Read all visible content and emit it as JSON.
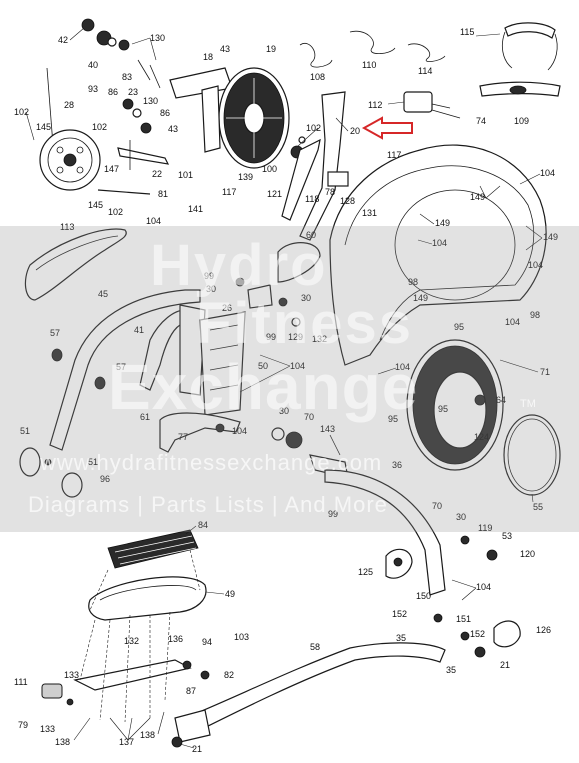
{
  "diagram": {
    "callout_arrow_color": "#d62728",
    "callouts": {
      "n42": "42",
      "n40": "40",
      "n130a": "130",
      "n83": "83",
      "n18": "18",
      "n43a": "43",
      "n19": "19",
      "n108": "108",
      "n110": "110",
      "n114": "114",
      "n115": "115",
      "n93": "93",
      "n86a": "86",
      "n23": "23",
      "n130b": "130",
      "n86b": "86",
      "n28": "28",
      "n102a": "102",
      "n145a": "145",
      "n102b": "102",
      "n43b": "43",
      "n102c": "102",
      "n20": "20",
      "n112": "112",
      "n109": "109",
      "n74": "74",
      "n117a": "117",
      "n147": "147",
      "n22": "22",
      "n101": "101",
      "n100": "100",
      "n139": "139",
      "n81": "81",
      "n145b": "145",
      "n102d": "102",
      "n118": "118",
      "n78": "78",
      "n128": "128",
      "n131": "131",
      "n149a": "149",
      "n104a": "104",
      "n117b": "117",
      "n121": "121",
      "n141": "141",
      "n104b": "104",
      "n149b": "149",
      "n149c": "149",
      "n113": "113",
      "n60": "60",
      "n104c": "104",
      "n104d": "104",
      "n104e": "104",
      "n99a": "99",
      "n30a": "30",
      "n98a": "98",
      "n45": "45",
      "n30b": "30",
      "n26": "26",
      "n149d": "149",
      "n104f": "104",
      "n98b": "98",
      "n57a": "57",
      "n41": "41",
      "n99b": "99",
      "n129": "129",
      "n132a": "132",
      "n95a": "95",
      "n50": "50",
      "n57b": "57",
      "n104g": "104",
      "n104h": "104",
      "n71": "71",
      "n95b": "95",
      "n64": "64",
      "n61": "61",
      "n30c": "30",
      "n70a": "70",
      "n95c": "95",
      "n124": "124",
      "n77": "77",
      "n104i": "104",
      "n143": "143",
      "n51a": "51",
      "n51b": "51",
      "n96": "96",
      "n36": "36",
      "n99c": "99",
      "n55": "55",
      "n84": "84",
      "n70b": "70",
      "n30d": "30",
      "n119": "119",
      "n53": "53",
      "n120": "120",
      "n125": "125",
      "n104j": "104",
      "n49": "49",
      "n150": "150",
      "n152a": "152",
      "n151": "151",
      "n126": "126",
      "n132b": "132",
      "n136": "136",
      "n94": "94",
      "n103": "103",
      "n35a": "35",
      "n152b": "152",
      "n58": "58",
      "n21a": "21",
      "n35b": "35",
      "n111": "111",
      "n133a": "133",
      "n82": "82",
      "n87": "87",
      "n79": "79",
      "n133b": "133",
      "n138a": "138",
      "n137": "137",
      "n138b": "138",
      "n21b": "21"
    }
  },
  "watermark": {
    "logo_line1": "Hydro",
    "logo_line2": "Fitness",
    "logo_line3": "Exchange",
    "trademark": "TM",
    "url": "www.hydrafitnessexchange.com",
    "tagline": "Diagrams | Parts Lists | And More"
  }
}
